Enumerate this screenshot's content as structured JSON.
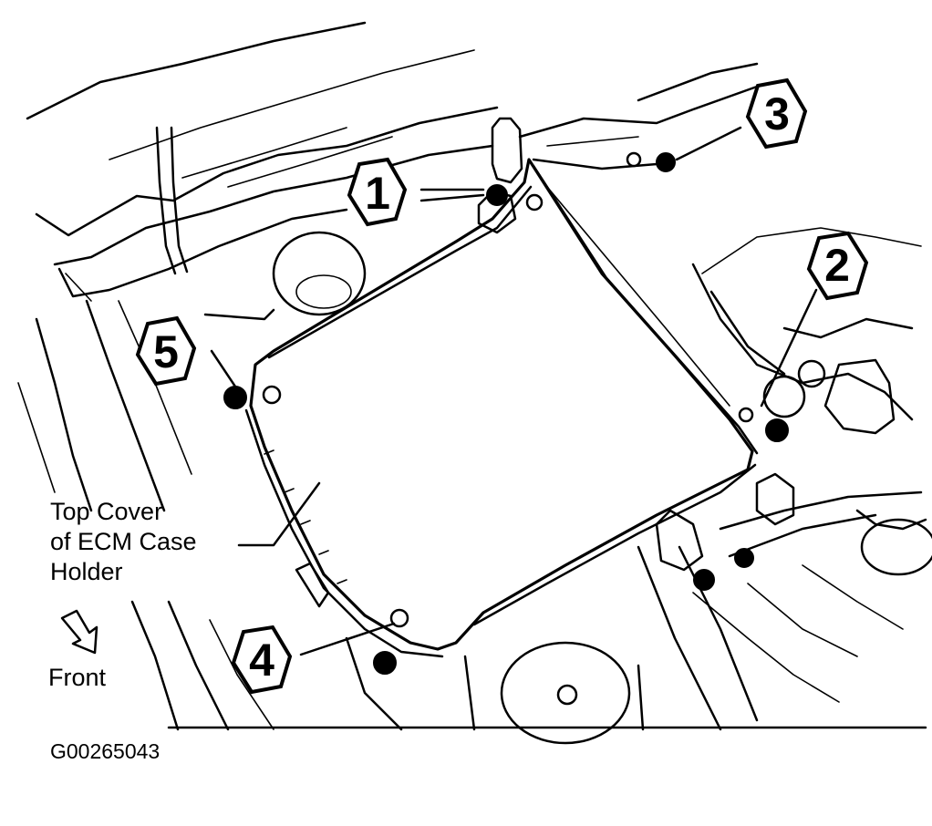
{
  "callouts": [
    {
      "number": "1"
    },
    {
      "number": "2"
    },
    {
      "number": "3"
    },
    {
      "number": "4"
    },
    {
      "number": "5"
    }
  ],
  "component_label": {
    "line1": "Top Cover",
    "line2": "of ECM Case",
    "line3": "Holder"
  },
  "direction_label": "Front",
  "figure_code": "G00265043"
}
